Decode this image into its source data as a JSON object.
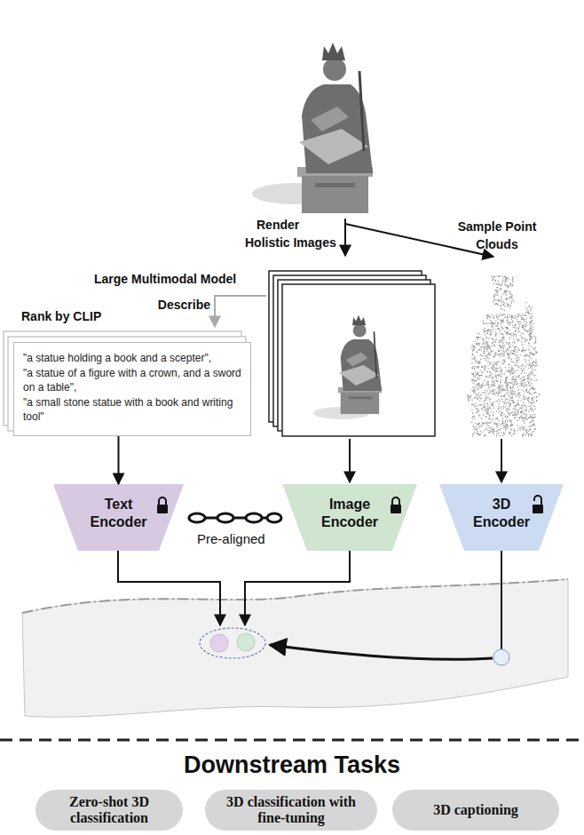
{
  "diagram": {
    "nodes": [
      {
        "text": [
          "\"a statue holding a book and a scepter\",",
          "\"a statue of a figure with a crown, and a sword on a table\",",
          "\"a small stone statue with a book and writing tool\""
        ]
      },
      {
        "text": [
          "Text Encoder"
        ]
      },
      {
        "text": [
          "Image Encoder"
        ]
      },
      {
        "text": [
          "3D Encoder"
        ]
      },
      {
        "text": [
          "Zero-shot 3D classification"
        ]
      },
      {
        "text": [
          "3D classification with fine-tuning"
        ]
      },
      {
        "text": [
          "3D captioning"
        ]
      }
    ],
    "edges": [
      {
        "from": 0,
        "to": 1,
        "arrow": "to"
      }
    ],
    "labels": [
      "Render Holistic Images",
      "Sample Point Clouds",
      "Large Multimodal Model",
      "Describe",
      "Rank by CLIP",
      "Pre-aligned",
      "Downstream Tasks"
    ]
  }
}
